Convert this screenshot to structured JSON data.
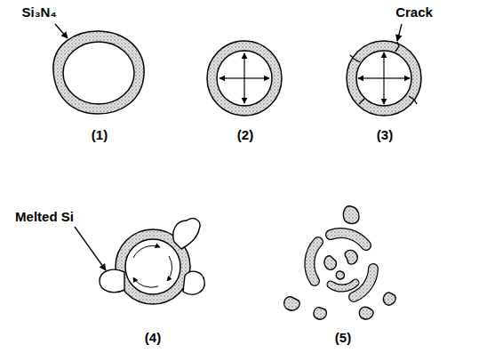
{
  "diagram": {
    "labels": [
      "Si₃N₄",
      "(1)",
      "Crack",
      "(2)",
      "(3)",
      "Melted Si",
      "(4)",
      "(5)"
    ]
  }
}
